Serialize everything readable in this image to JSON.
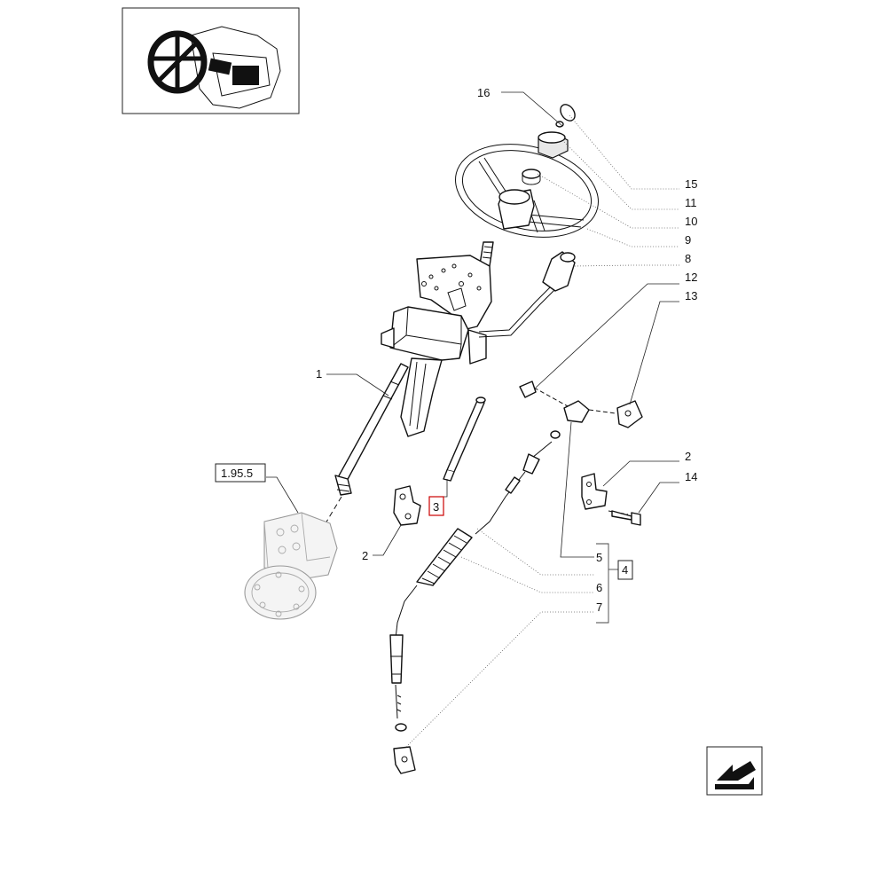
{
  "callouts": {
    "c16": "16",
    "c15": "15",
    "c11": "11",
    "c10": "10",
    "c9": "9",
    "c8": "8",
    "c12": "12",
    "c13": "13",
    "c1": "1",
    "ref": "1.95.5",
    "c3": "3",
    "c2a": "2",
    "c2b": "2",
    "c14": "14",
    "c5": "5",
    "c4": "4",
    "c6": "6",
    "c7": "7"
  },
  "highlight_color": "#cc0000",
  "icons": {
    "thumbnail": "tractor-steering-wheel-thumbnail-icon",
    "navigation": "arrow-next-page-icon"
  }
}
